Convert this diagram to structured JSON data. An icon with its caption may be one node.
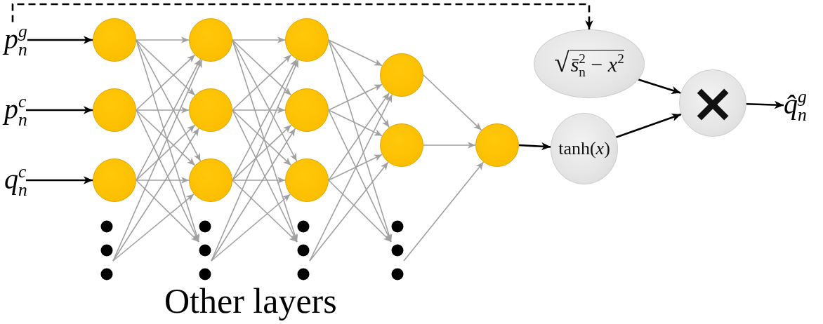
{
  "diagram": {
    "nodes": [
      {
        "text": [
          "p$_{n}$$^{g}$"
        ]
      },
      {
        "text": [
          "p$_{n}$$^{c}$"
        ]
      },
      {
        "text": [
          "q$_{n}$$^{c}$"
        ]
      },
      {
        "text": [],
        "shape": "circle"
      },
      {
        "text": [],
        "shape": "circle"
      },
      {
        "text": [],
        "shape": "circle"
      },
      {
        "text": [],
        "shape": "dots"
      },
      {
        "text": [],
        "shape": "circle"
      },
      {
        "text": [],
        "shape": "circle"
      },
      {
        "text": [],
        "shape": "circle"
      },
      {
        "text": [],
        "shape": "dots"
      },
      {
        "text": [],
        "shape": "circle"
      },
      {
        "text": [],
        "shape": "circle"
      },
      {
        "text": [],
        "shape": "circle"
      },
      {
        "text": [],
        "shape": "dots"
      },
      {
        "text": [],
        "shape": "circle"
      },
      {
        "text": [],
        "shape": "circle"
      },
      {
        "text": [],
        "shape": "dots"
      },
      {
        "text": [],
        "shape": "circle"
      },
      {
        "text": [
          "√*s̄*$_{n}$$^{2}$ − *x*$^{2}$"
        ]
      },
      {
        "text": [
          "tanh(*x*)"
        ]
      },
      {
        "text": [
          "×"
        ]
      },
      {
        "text": [
          "q̂$_{n}$$^{g}$"
        ]
      }
    ],
    "edges": [
      {
        "from": 0,
        "to": 3,
        "arrow": "to",
        "color": "#000000"
      },
      {
        "from": 1,
        "to": 4,
        "arrow": "to",
        "color": "#000000"
      },
      {
        "from": 2,
        "to": 5,
        "arrow": "to",
        "color": "#000000"
      },
      {
        "from": 3,
        "to": 7,
        "arrow": "to"
      },
      {
        "from": 3,
        "to": 8,
        "arrow": "to"
      },
      {
        "from": 3,
        "to": 9,
        "arrow": "to"
      },
      {
        "from": 3,
        "to": 10,
        "arrow": "to"
      },
      {
        "from": 4,
        "to": 7,
        "arrow": "to"
      },
      {
        "from": 4,
        "to": 8,
        "arrow": "to"
      },
      {
        "from": 4,
        "to": 9,
        "arrow": "to"
      },
      {
        "from": 4,
        "to": 10,
        "arrow": "to"
      },
      {
        "from": 5,
        "to": 7,
        "arrow": "to"
      },
      {
        "from": 5,
        "to": 8,
        "arrow": "to"
      },
      {
        "from": 5,
        "to": 9,
        "arrow": "to"
      },
      {
        "from": 5,
        "to": 10,
        "arrow": "to"
      },
      {
        "from": 6,
        "to": 7,
        "arrow": "to"
      },
      {
        "from": 6,
        "to": 8,
        "arrow": "to"
      },
      {
        "from": 6,
        "to": 9,
        "arrow": "to"
      },
      {
        "from": 7,
        "to": 11,
        "arrow": "to"
      },
      {
        "from": 7,
        "to": 12,
        "arrow": "to"
      },
      {
        "from": 7,
        "to": 13,
        "arrow": "to"
      },
      {
        "from": 7,
        "to": 14,
        "arrow": "to"
      },
      {
        "from": 8,
        "to": 11,
        "arrow": "to"
      },
      {
        "from": 8,
        "to": 12,
        "arrow": "to"
      },
      {
        "from": 8,
        "to": 13,
        "arrow": "to"
      },
      {
        "from": 8,
        "to": 14,
        "arrow": "to"
      },
      {
        "from": 9,
        "to": 11,
        "arrow": "to"
      },
      {
        "from": 9,
        "to": 12,
        "arrow": "to"
      },
      {
        "from": 9,
        "to": 13,
        "arrow": "to"
      },
      {
        "from": 9,
        "to": 14,
        "arrow": "to"
      },
      {
        "from": 10,
        "to": 11,
        "arrow": "to"
      },
      {
        "from": 10,
        "to": 12,
        "arrow": "to"
      },
      {
        "from": 10,
        "to": 13,
        "arrow": "to"
      },
      {
        "from": 11,
        "to": 15,
        "arrow": "to"
      },
      {
        "from": 11,
        "to": 16,
        "arrow": "to"
      },
      {
        "from": 11,
        "to": 17,
        "arrow": "to"
      },
      {
        "from": 12,
        "to": 15,
        "arrow": "to"
      },
      {
        "from": 12,
        "to": 16,
        "arrow": "to"
      },
      {
        "from": 12,
        "to": 17,
        "arrow": "to"
      },
      {
        "from": 13,
        "to": 15,
        "arrow": "to"
      },
      {
        "from": 13,
        "to": 16,
        "arrow": "to"
      },
      {
        "from": 13,
        "to": 17,
        "arrow": "to"
      },
      {
        "from": 14,
        "to": 15,
        "arrow": "to"
      },
      {
        "from": 14,
        "to": 16,
        "arrow": "to"
      },
      {
        "from": 15,
        "to": 18,
        "arrow": "to"
      },
      {
        "from": 16,
        "to": 18,
        "arrow": "to"
      },
      {
        "from": 17,
        "to": 18,
        "arrow": "to"
      },
      {
        "from": 18,
        "to": 20,
        "arrow": "to",
        "color": "#000000"
      },
      {
        "from": 19,
        "to": 21,
        "arrow": "to",
        "color": "#000000"
      },
      {
        "from": 20,
        "to": 21,
        "arrow": "to",
        "color": "#000000"
      },
      {
        "from": 21,
        "to": 22,
        "arrow": "to",
        "color": "#000000"
      },
      {
        "from": 0,
        "to": 19,
        "arrow": "to",
        "style": "dashed",
        "color": "#000000"
      }
    ],
    "labels": [
      "Other layers"
    ]
  }
}
